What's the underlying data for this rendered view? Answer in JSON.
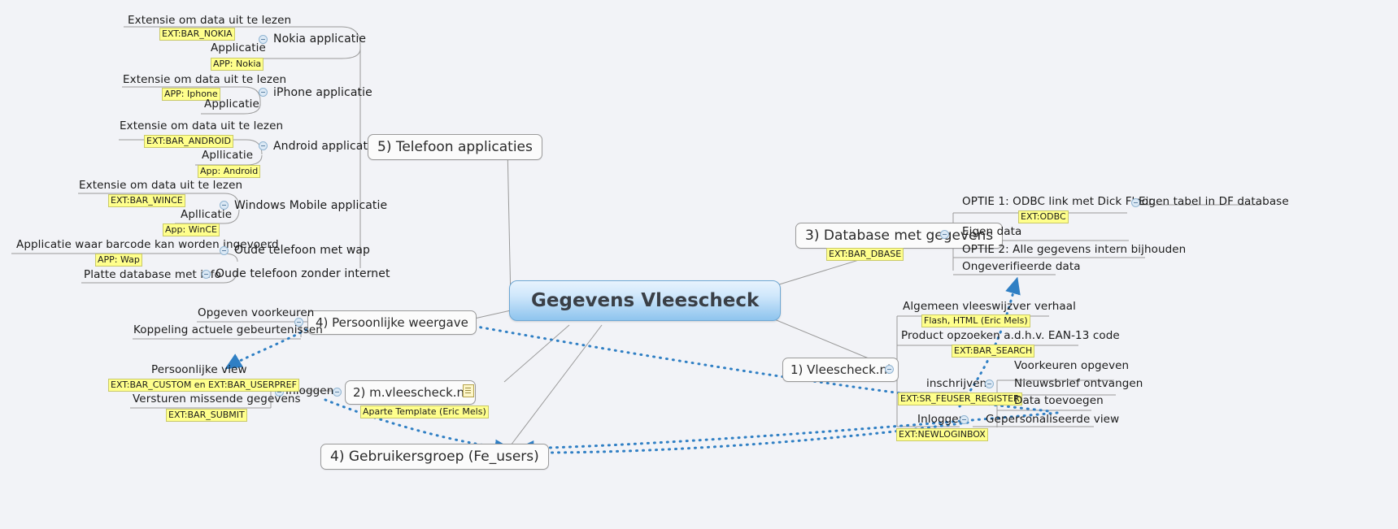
{
  "root": {
    "label": "Gegevens Vleescheck"
  },
  "branches": {
    "phones": {
      "label": "5) Telefoon applicaties",
      "items": [
        {
          "title": "Nokia applicatie",
          "children": [
            "Extensie om data uit te lezen",
            "Applicatie"
          ],
          "tags": [
            "EXT:BAR_NOKIA",
            "APP: Nokia"
          ]
        },
        {
          "title": "iPhone applicatie",
          "children": [
            "Extensie om data uit te lezen",
            "Applicatie"
          ],
          "tags": [
            "APP: Iphone"
          ]
        },
        {
          "title": "Android applicatie",
          "children": [
            "Extensie om data uit te lezen",
            "Apllicatie"
          ],
          "tags": [
            "EXT:BAR_ANDROID",
            "App: Android"
          ]
        },
        {
          "title": "Windows Mobile applicatie",
          "children": [
            "Extensie om data uit te lezen",
            "Apllicatie"
          ],
          "tags": [
            "EXT:BAR_WINCE",
            "App: WinCE"
          ]
        },
        {
          "title": "Oude telefoon met wap",
          "children": [
            "Applicatie waar barcode kan worden ingevoerd"
          ],
          "tags": [
            "APP: Wap"
          ]
        },
        {
          "title": "Oude telefoon zonder internet",
          "children": [
            "Platte database met info"
          ],
          "tags": []
        }
      ]
    },
    "database": {
      "label": "3) Database met gegevens",
      "tag": "EXT:BAR_DBASE",
      "items": [
        "OPTIE 1: ODBC link met Dick Floor",
        "Eigen data",
        "OPTIE 2: Alle gegevens intern bijhouden",
        "Ongeverifieerde data"
      ],
      "odbc_tag": "EXT:ODBC",
      "odbc_child": "Eigen tabel in DF database"
    },
    "vleescheck": {
      "label": "1) Vleescheck.nl",
      "items": [
        "Algemeen vleeswijzver verhaal",
        "Product opzoeken a.d.h.v. EAN-13 code",
        "inschrijven",
        "Inloggen"
      ],
      "tags": [
        "Flash, HTML (Eric Mels)",
        "EXT:BAR_SEARCH",
        "EXT:SR_FEUSER_REGISTER",
        "EXT:NEWLOGINBOX"
      ],
      "subscribe_children": [
        "Voorkeuren opgeven",
        "Nieuwsbrief ontvangen",
        "Data toevoegen"
      ],
      "login_child": "Gepersonaliseerde view"
    },
    "personal": {
      "label": "4) Persoonlijke weergave",
      "items": [
        "Opgeven voorkeuren",
        "Koppeling actuele gebeurtenissen"
      ]
    },
    "mobile": {
      "label": "2) m.vleescheck.nl",
      "tag": "Aparte Template (Eric Mels)",
      "login_label": "Inloggen",
      "items": [
        "Persoonlijke view",
        "Versturen missende gegevens"
      ],
      "tags": [
        "EXT:BAR_CUSTOM en EXT:BAR_USERPREF",
        "EXT:BAR_SUBMIT"
      ]
    },
    "usergroup": {
      "label": "4) Gebruikersgroep (Fe_users)"
    }
  },
  "colors": {
    "background": "#f2f3f7",
    "highlight": "#ffff8c",
    "root_accent": "#8ec4ee",
    "arrow": "#2f7fc4",
    "line": "#9a9a9a"
  }
}
